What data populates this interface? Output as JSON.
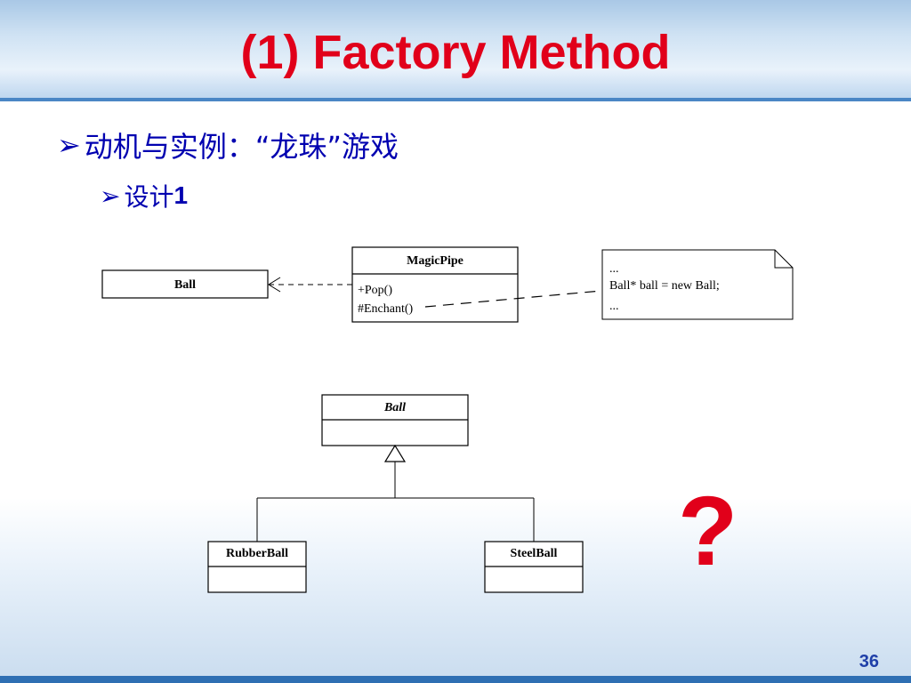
{
  "title": "(1) Factory Method",
  "bullets": {
    "level1": "动机与实例：“龙珠”游戏",
    "level2_text": "设计",
    "level2_num": "1"
  },
  "diagram": {
    "ball_top": "Ball",
    "magicpipe": {
      "name": "MagicPipe",
      "op1": "+Pop()",
      "op2": "#Enchant()"
    },
    "note": {
      "line1": "...",
      "line2": "Ball* ball = new Ball;",
      "line3": "..."
    },
    "ball_abstract": "Ball",
    "rubberball": "RubberBall",
    "steelball": "SteelBall"
  },
  "question_mark": "?",
  "page_number": "36",
  "colors": {
    "title": "#e1001a",
    "bullet": "#0000b0",
    "page_number": "#1f3fa8"
  }
}
